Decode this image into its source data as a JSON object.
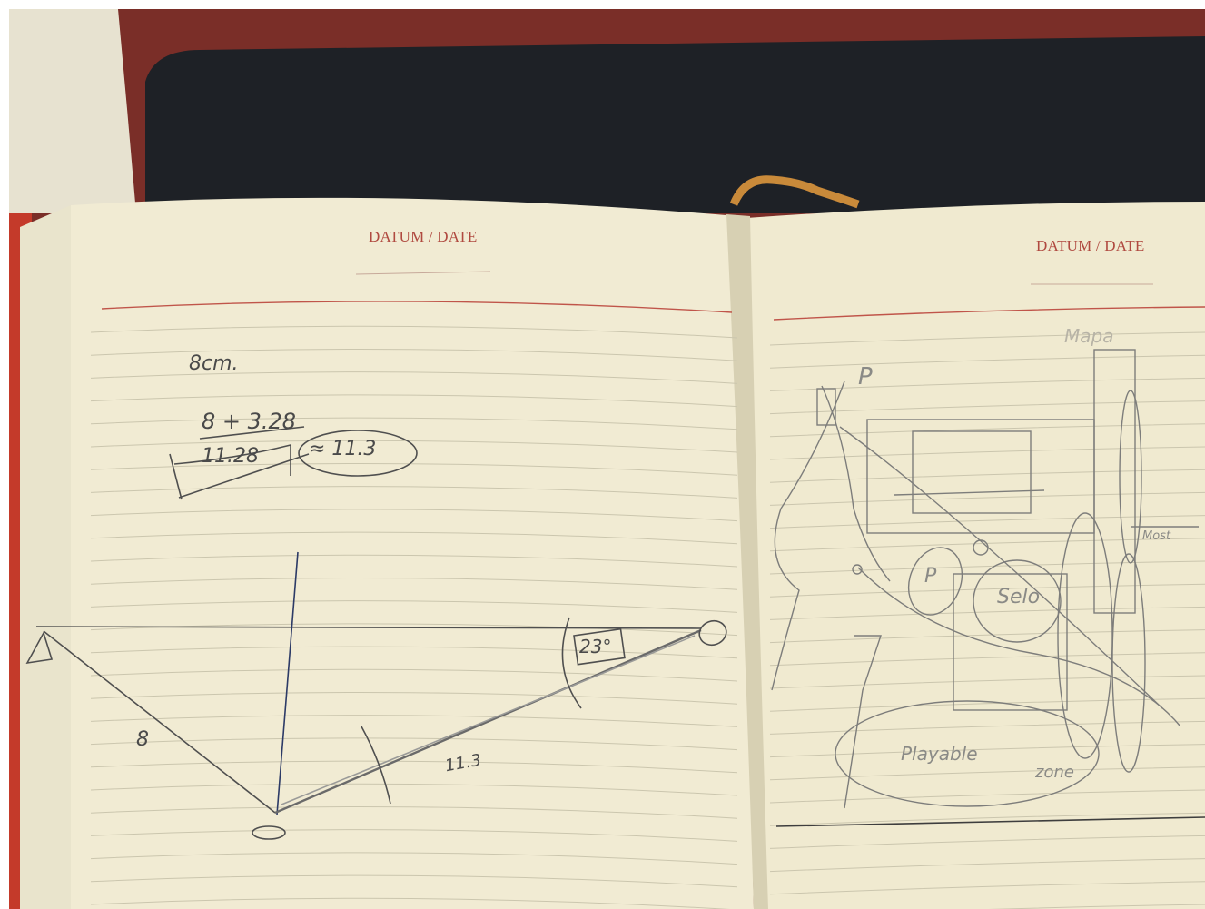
{
  "colors": {
    "background_dark": "#1c1f24",
    "background_red": "#6e2a24",
    "paper": "#f1ebd2",
    "ruling": "#c9c4ad",
    "accent_line": "#c0554a",
    "header_text": "#b04a40",
    "bookmark": "#c78a3b",
    "pencil": "#4a4a4a"
  },
  "left_page": {
    "header": "DATUM / DATE",
    "notes": {
      "unit": "8cm.",
      "sum": "8 + 3.28",
      "result": "11.28",
      "approx": "≈ 11.3",
      "side_label": "8",
      "hyp_label": "11.3",
      "angle_label": "23°"
    }
  },
  "right_page": {
    "header": "DATUM / DATE",
    "sketch_labels": {
      "selo": "Selo",
      "playable": "Playable",
      "zone": "zone",
      "p1": "P",
      "p2": "P",
      "mapa": "Mapa",
      "most": "Most"
    }
  }
}
